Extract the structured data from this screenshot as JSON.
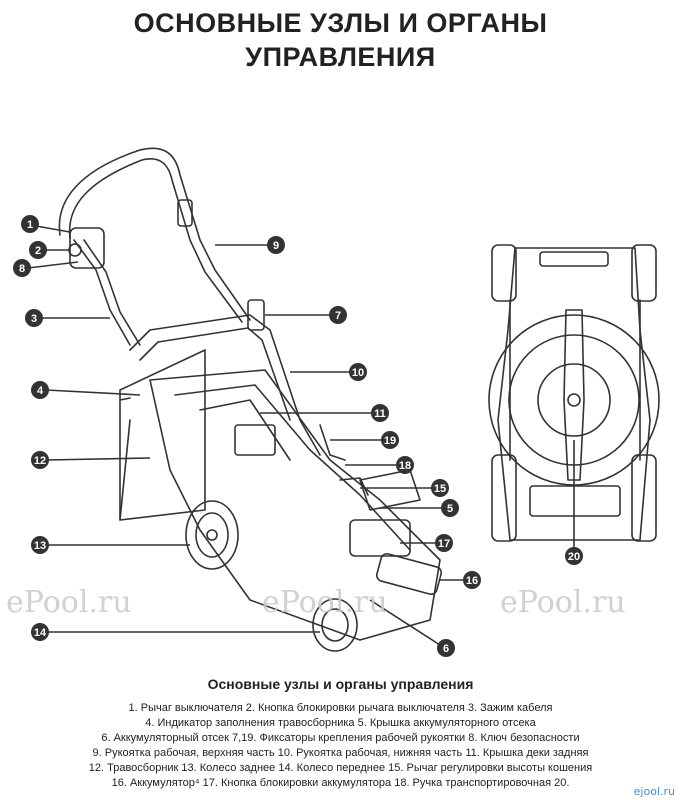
{
  "title_line1": "ОСНОВНЫЕ УЗЛЫ И ОРГАНЫ",
  "title_line2": "УПРАВЛЕНИЯ",
  "watermark": "ePool.ru",
  "corner_mark": "ejool.ru",
  "callouts": [
    "1",
    "2",
    "8",
    "3",
    "4",
    "12",
    "13",
    "14",
    "9",
    "7",
    "10",
    "11",
    "19",
    "18",
    "15",
    "5",
    "17",
    "16",
    "6",
    "20"
  ],
  "legend": {
    "title": "Основные узлы и органы управления",
    "lines": [
      "1. Рычаг выключателя 2. Кнопка блокировки рычага выключателя 3. Зажим кабеля",
      "4. Индикатор заполнения травосборника 5. Крышка аккумуляторного отсека",
      "6. Аккумуляторный отсек 7,19. Фиксаторы крепления рабочей рукоятки 8. Ключ безопасности",
      "9. Рукоятка рабочая, верхняя часть 10. Рукоятка рабочая, нижняя часть 11. Крышка деки задняя",
      "12. Травосборник  13. Колесо заднее 14. Колесо переднее 15. Рычаг регулировки высоты кошения",
      "16. Аккумулятор⁴ 17. Кнопка  блокировки аккумулятора 18. Ручка транспортировочная 20."
    ]
  },
  "colors": {
    "callout": "#333333",
    "line": "#333333"
  }
}
